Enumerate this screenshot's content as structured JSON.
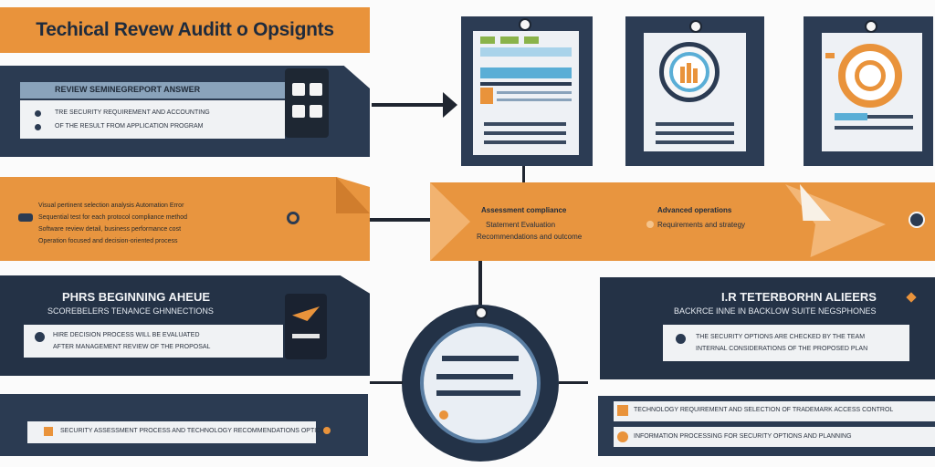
{
  "title": "Techical Revew Auditt o Opsignts",
  "panels": {
    "top_left": {
      "header": "REVIEW SEMINEGREPORT ANSWER",
      "lines": [
        "TRE SECURITY REQUIREMENT AND ACCOUNTING",
        "OF THE RESULT FROM APPLICATION PROGRAM"
      ]
    },
    "orange_left": {
      "lines": [
        "Visual pertinent selection analysis  Automation Error",
        "Sequential test for each protocol compliance method",
        "Software review detail, business performance cost",
        "Operation focused and decision-oriented process"
      ]
    },
    "orange_center": {
      "left_heading": "Assessment compliance",
      "left_lines": [
        "Statement Evaluation",
        "Recommendations and outcome"
      ],
      "right_heading": "Advanced operations",
      "right_lines": [
        "Requirements and strategy"
      ]
    },
    "mid_left": {
      "header": "PHRS BEGINNING AHEUE",
      "subheader": "SCOREBELERS TENANCE GHNNECTIONS",
      "lines": [
        "HIRE DECISION PROCESS WILL BE EVALUATED",
        "AFTER MANAGEMENT REVIEW OF THE PROPOSAL"
      ]
    },
    "mid_right": {
      "header": "I.R TETERBORHN ALIEERS",
      "subheader": "BACKRCE INNE IN BACKLOW SUITE NEGSPHONES",
      "lines": [
        "THE SECURITY OPTIONS ARE CHECKED BY THE TEAM",
        "INTERNAL CONSIDERATIONS OF THE PROPOSED PLAN"
      ]
    },
    "bottom_left": {
      "line": "SECURITY ASSESSMENT PROCESS AND TECHNOLOGY RECOMMENDATIONS OPTIONS"
    },
    "bottom_right": {
      "lines": [
        "TECHNOLOGY REQUIREMENT AND SELECTION OF TRADEMARK ACCESS CONTROL",
        "INFORMATION PROCESSING FOR SECURITY OPTIONS AND PLANNING"
      ]
    }
  },
  "colors": {
    "orange": "#e9933b",
    "navy": "#2b3b52",
    "panel": "#eef1f5",
    "accent_green": "#8ab34a",
    "accent_blue": "#5aaed6"
  },
  "icons": [
    "grid-icon",
    "document-icon",
    "bar-chart-icon",
    "donut-chart-icon",
    "plane-icon",
    "pin-icon",
    "tag-icon",
    "coin-icon"
  ]
}
